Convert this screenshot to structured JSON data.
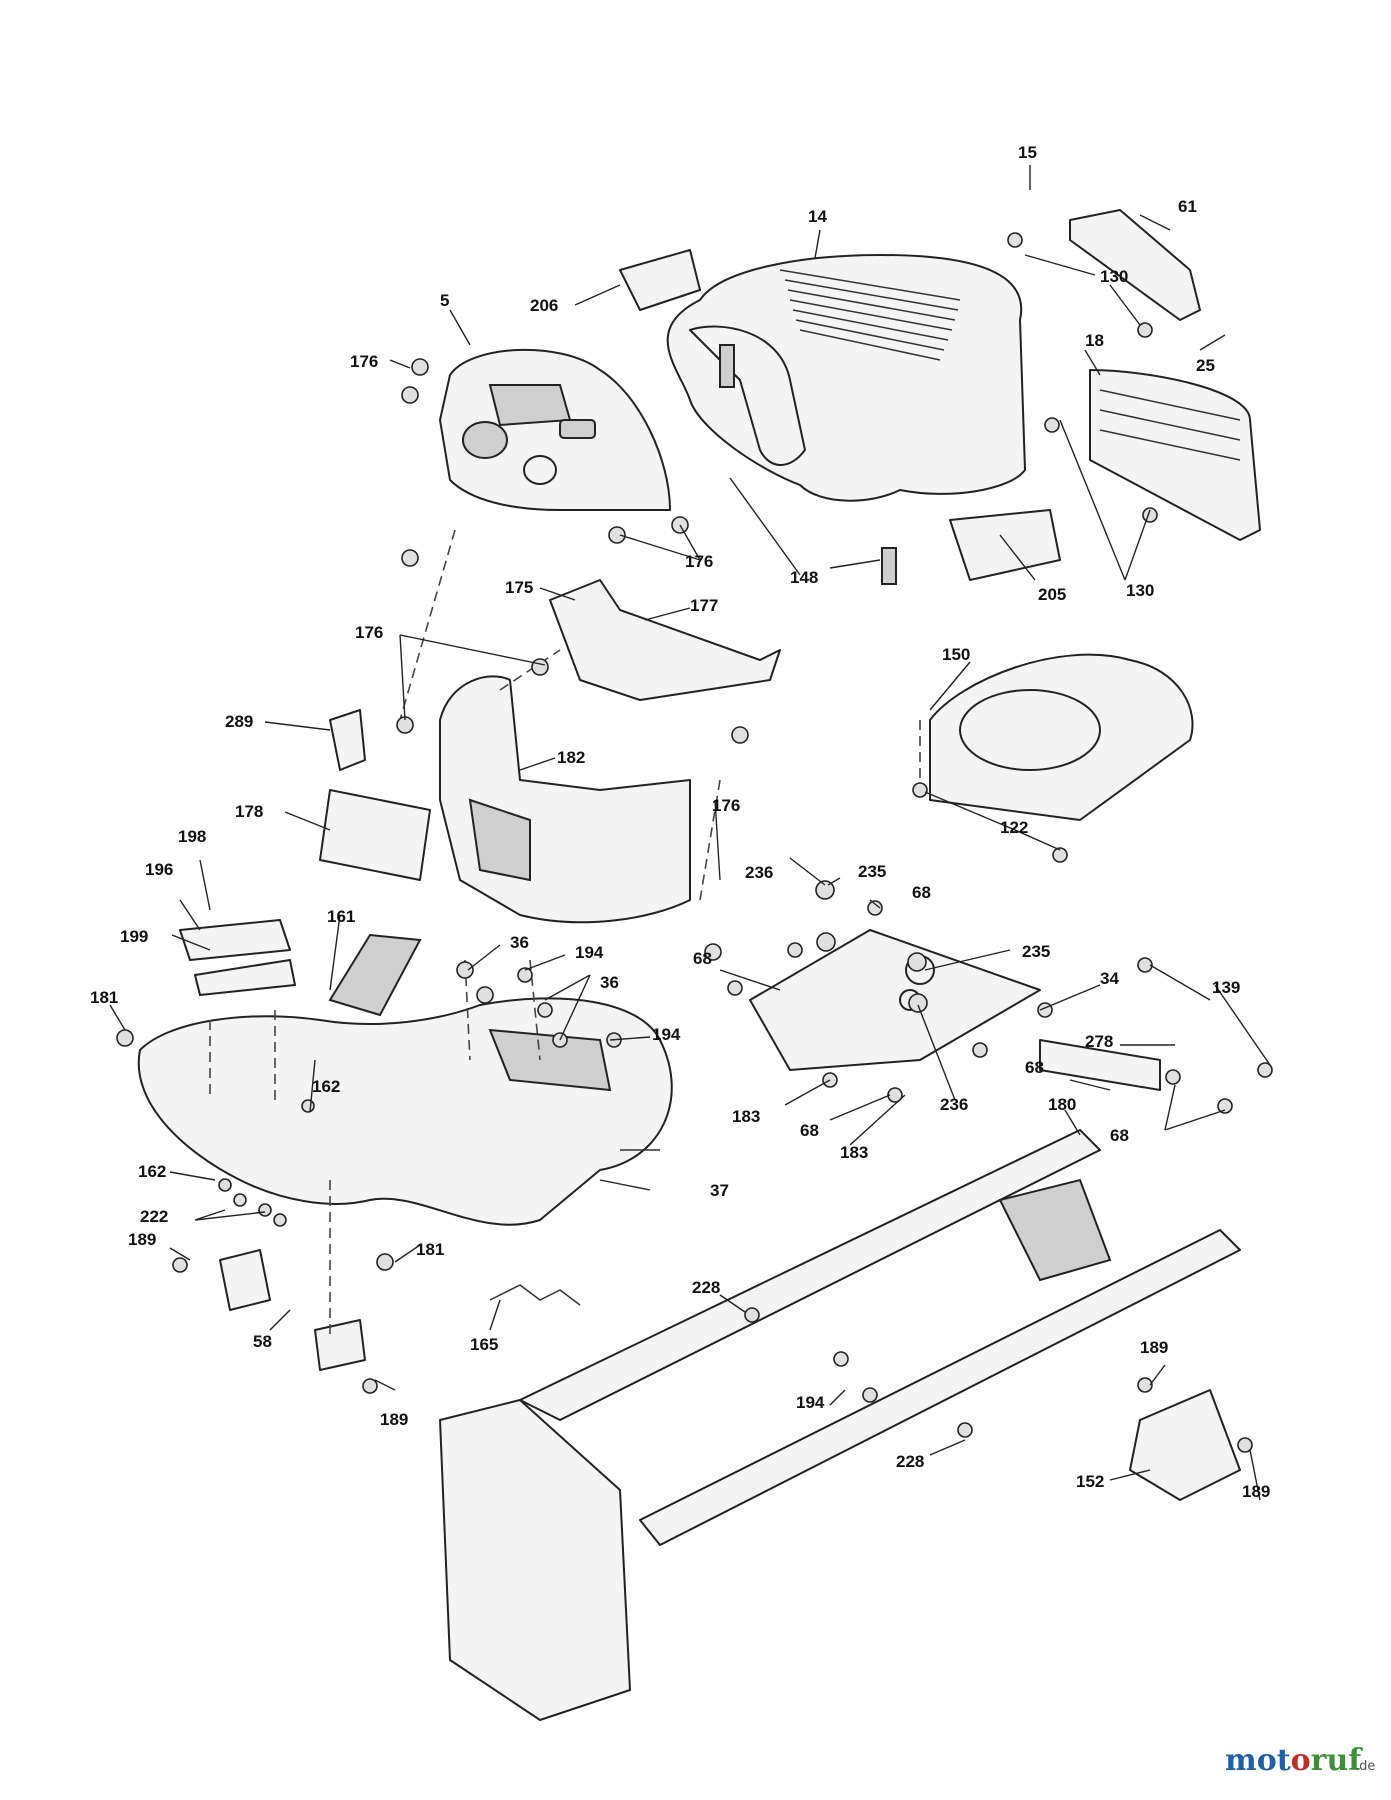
{
  "callouts": [
    {
      "id": "c15",
      "text": "15"
    },
    {
      "id": "c14",
      "text": "14"
    },
    {
      "id": "c61",
      "text": "61"
    },
    {
      "id": "c206",
      "text": "206"
    },
    {
      "id": "c130a",
      "text": "130"
    },
    {
      "id": "c5",
      "text": "5"
    },
    {
      "id": "c176a",
      "text": "176"
    },
    {
      "id": "c25",
      "text": "25"
    },
    {
      "id": "c18",
      "text": "18"
    },
    {
      "id": "c176b",
      "text": "176"
    },
    {
      "id": "c148",
      "text": "148"
    },
    {
      "id": "c205",
      "text": "205"
    },
    {
      "id": "c130b",
      "text": "130"
    },
    {
      "id": "c175",
      "text": "175"
    },
    {
      "id": "c177",
      "text": "177"
    },
    {
      "id": "c176c",
      "text": "176"
    },
    {
      "id": "c150",
      "text": "150"
    },
    {
      "id": "c289",
      "text": "289"
    },
    {
      "id": "c182",
      "text": "182"
    },
    {
      "id": "c176d",
      "text": "176"
    },
    {
      "id": "c178",
      "text": "178"
    },
    {
      "id": "c122",
      "text": "122"
    },
    {
      "id": "c198",
      "text": "198"
    },
    {
      "id": "c196",
      "text": "196"
    },
    {
      "id": "c235a",
      "text": "235"
    },
    {
      "id": "c68a",
      "text": "68"
    },
    {
      "id": "c236a",
      "text": "236"
    },
    {
      "id": "c161",
      "text": "161"
    },
    {
      "id": "c36a",
      "text": "36"
    },
    {
      "id": "c199",
      "text": "199"
    },
    {
      "id": "c194a",
      "text": "194"
    },
    {
      "id": "c68b",
      "text": "68"
    },
    {
      "id": "c235b",
      "text": "235"
    },
    {
      "id": "c36b",
      "text": "36"
    },
    {
      "id": "c34",
      "text": "34"
    },
    {
      "id": "c139",
      "text": "139"
    },
    {
      "id": "c181a",
      "text": "181"
    },
    {
      "id": "c194b",
      "text": "194"
    },
    {
      "id": "c278",
      "text": "278"
    },
    {
      "id": "c68c",
      "text": "68"
    },
    {
      "id": "c162a",
      "text": "162"
    },
    {
      "id": "c236b",
      "text": "236"
    },
    {
      "id": "c183a",
      "text": "183"
    },
    {
      "id": "c68d",
      "text": "68"
    },
    {
      "id": "c68e",
      "text": "68"
    },
    {
      "id": "c180",
      "text": "180"
    },
    {
      "id": "c183b",
      "text": "183"
    },
    {
      "id": "c162b",
      "text": "162"
    },
    {
      "id": "c37",
      "text": "37"
    },
    {
      "id": "c222",
      "text": "222"
    },
    {
      "id": "c189a",
      "text": "189"
    },
    {
      "id": "c181b",
      "text": "181"
    },
    {
      "id": "c228a",
      "text": "228"
    },
    {
      "id": "c58",
      "text": "58"
    },
    {
      "id": "c165",
      "text": "165"
    },
    {
      "id": "c189b",
      "text": "189"
    },
    {
      "id": "c194c",
      "text": "194"
    },
    {
      "id": "c189c",
      "text": "189"
    },
    {
      "id": "c228b",
      "text": "228"
    },
    {
      "id": "c152",
      "text": "152"
    },
    {
      "id": "c189d",
      "text": "189"
    }
  ],
  "watermark": {
    "brand": "motoruf",
    "suffix": ".de"
  },
  "colors": {
    "line": "#222222",
    "watermark_blue": "#1f5fa8",
    "watermark_red": "#c0302a",
    "watermark_green": "#3f8f3a"
  }
}
